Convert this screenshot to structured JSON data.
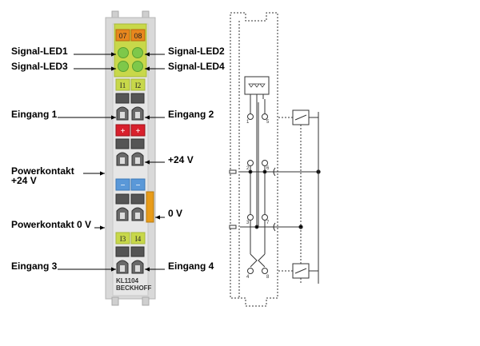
{
  "terminal": {
    "led_top_left": "07",
    "led_top_right": "08",
    "tag_row1_left": "I1",
    "tag_row1_right": "I2",
    "tag_row2_left": "+",
    "tag_row2_right": "+",
    "tag_row3_left": "−",
    "tag_row3_right": "−",
    "tag_row4_left": "I3",
    "tag_row4_right": "I4",
    "model": "KL1104",
    "brand": "BECKHOFF",
    "colors": {
      "housing": "#d9d9d9",
      "label_yellow": "#c8d84a",
      "led_green": "#7ec84a",
      "led_orange": "#e8871e",
      "plus_red": "#d8202c",
      "minus_blue": "#5a98d8",
      "contact_orange": "#e89c1a"
    }
  },
  "callouts": {
    "signal_led1": "Signal-LED1",
    "signal_led2": "Signal-LED2",
    "signal_led3": "Signal-LED3",
    "signal_led4": "Signal-LED4",
    "eingang1": "Eingang 1",
    "eingang2": "Eingang 2",
    "plus24": "+24 V",
    "powerkontakt_24_line1": "Powerkontakt",
    "powerkontakt_24_line2": "+24 V",
    "zero_v": "0 V",
    "powerkontakt_0": "Powerkontakt 0 V",
    "eingang3": "Eingang 3",
    "eingang4": "Eingang 4"
  },
  "schematic": {
    "pin_labels": [
      "1",
      "5",
      "2",
      "6",
      "3",
      "7",
      "4",
      "8"
    ]
  }
}
